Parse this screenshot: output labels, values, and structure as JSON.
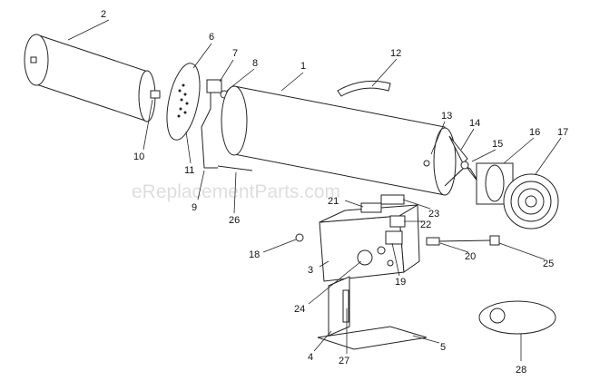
{
  "watermark": "eReplacementParts.com",
  "parts": {
    "p1": "1",
    "p2": "2",
    "p3": "3",
    "p4": "4",
    "p5": "5",
    "p6": "6",
    "p7": "7",
    "p8": "8",
    "p9": "9",
    "p10": "10",
    "p11": "11",
    "p12": "12",
    "p13": "13",
    "p14": "14",
    "p15": "15",
    "p16": "16",
    "p17": "17",
    "p18": "18",
    "p19": "19",
    "p20": "20",
    "p21": "21",
    "p22": "22",
    "p23": "23",
    "p24": "24",
    "p25": "25",
    "p26": "26",
    "p27": "27",
    "p28": "28"
  }
}
